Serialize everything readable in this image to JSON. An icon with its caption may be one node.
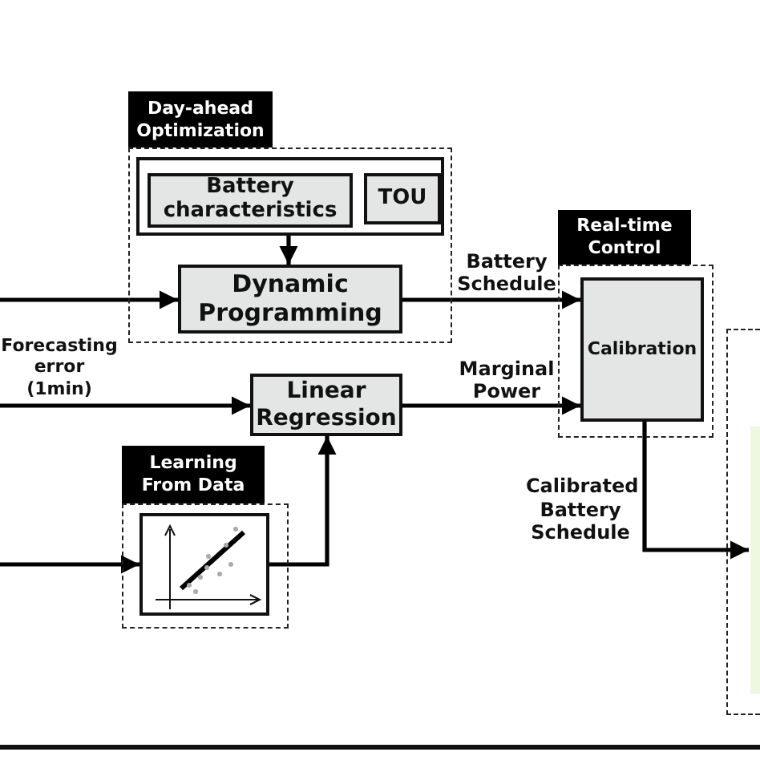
{
  "diagram": {
    "nodes": [
      {
        "text": [
          "Day-ahead Optimization"
        ]
      },
      {
        "text": [],
        "shape": "box",
        "in": 0
      },
      {
        "text": [
          "Battery characteristics"
        ],
        "in": 1
      },
      {
        "text": [
          "TOU"
        ],
        "in": 1
      },
      {
        "text": [
          "Dynamic Programming"
        ],
        "in": 0
      },
      {
        "text": [
          "Real-time Control"
        ]
      },
      {
        "text": [
          "Calibration"
        ],
        "in": 5
      },
      {
        "text": [
          "Linear Regression"
        ]
      },
      {
        "text": [
          "Learning From Data"
        ]
      },
      {
        "text": [],
        "shape": "picture",
        "in": 8
      },
      {
        "text": [],
        "shape": "box"
      },
      {
        "text": [],
        "shape": "box",
        "in": 10
      }
    ],
    "edges": [
      {
        "from": null,
        "to": 4,
        "arrow": "to"
      },
      {
        "from": 1,
        "to": 4,
        "arrow": "to"
      },
      {
        "from": 4,
        "to": 6,
        "arrow": "to",
        "label": "Battery Schedule"
      },
      {
        "from": null,
        "to": 7,
        "arrow": "to",
        "label": "Forecasting error (1min)"
      },
      {
        "from": 7,
        "to": 6,
        "arrow": "to",
        "label": "Marginal Power"
      },
      {
        "from": null,
        "to": 9,
        "arrow": "to"
      },
      {
        "from": 9,
        "to": 7,
        "arrow": "to"
      },
      {
        "from": 6,
        "to": 11,
        "arrow": "to",
        "label": "Calibrated Battery Schedule"
      }
    ]
  }
}
